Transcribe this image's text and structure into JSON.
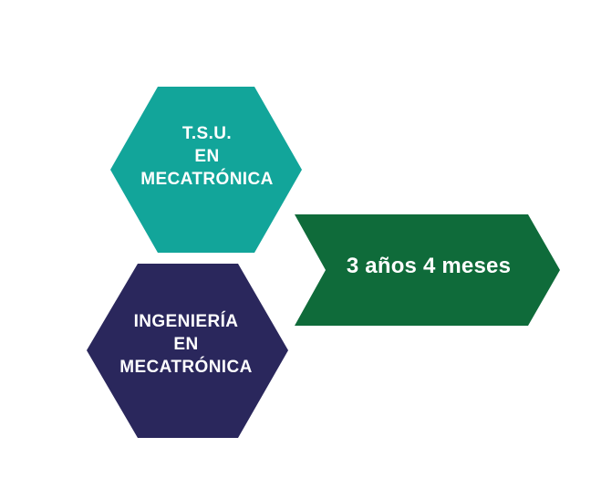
{
  "diagram": {
    "colors": {
      "teal": "#12a59a",
      "navy": "#2a275c",
      "green": "#0f6b3a",
      "text": "#ffffff"
    },
    "nodes": {
      "tsu": {
        "lines": [
          "T.S.U.",
          "EN",
          "MECATRÓNICA"
        ]
      },
      "ingenieria": {
        "lines": [
          "INGENIERÍA",
          "EN",
          "MECATRÓNICA"
        ]
      }
    },
    "arrow": {
      "label": "3 años 4 meses"
    }
  }
}
